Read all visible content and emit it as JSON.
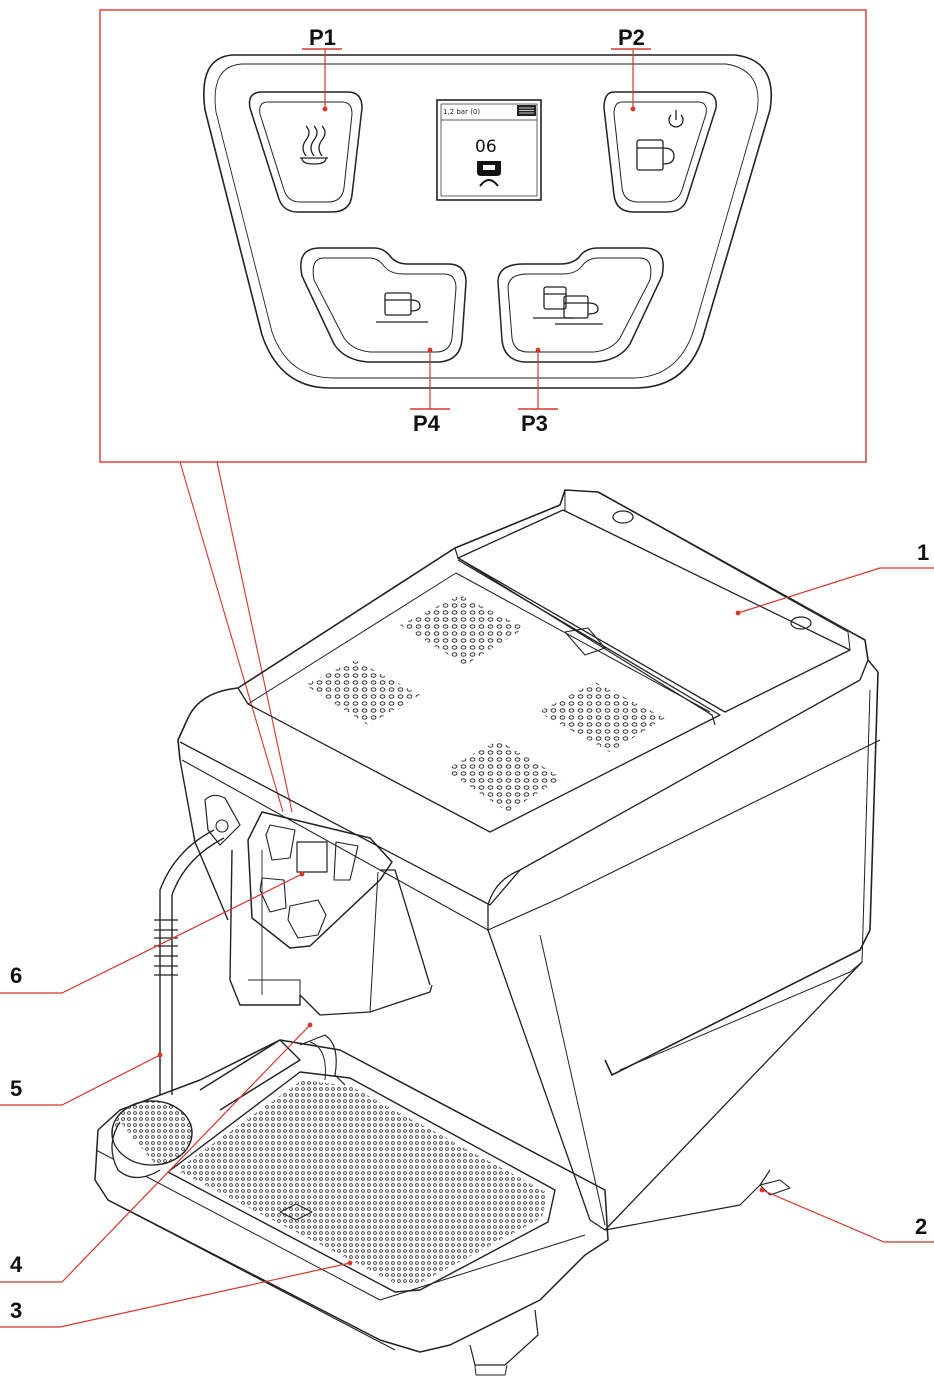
{
  "panel_callouts": {
    "p1": "P1",
    "p2": "P2",
    "p3": "P3",
    "p4": "P4"
  },
  "machine_callouts": {
    "c1": "1",
    "c2": "2",
    "c3": "3",
    "c4": "4",
    "c5": "5",
    "c6": "6"
  },
  "display": {
    "status": "1,2 bar (0)",
    "count": "06"
  },
  "icons": {
    "p1": "steam-icon",
    "p2": "power-cup-icon",
    "p3": "double-cup-icon",
    "p4": "single-cup-icon"
  },
  "colors": {
    "callout_red": "#d9352b",
    "outline": "#222222"
  }
}
